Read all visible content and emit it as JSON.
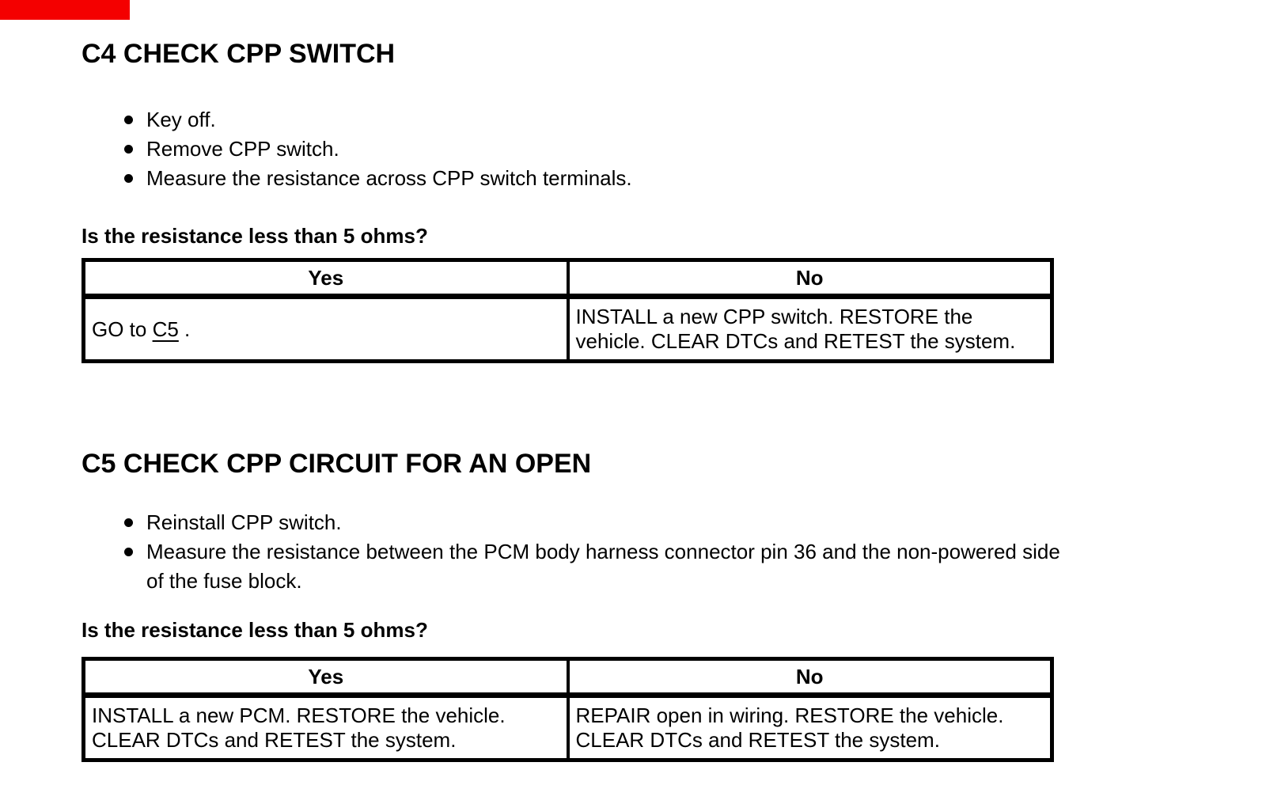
{
  "page": {
    "background_color": "#ffffff",
    "text_color": "#000000",
    "red_bar": {
      "color": "#f40000"
    }
  },
  "sections": [
    {
      "id": "C4",
      "title": "C4 CHECK CPP SWITCH",
      "bullets": [
        "Key off.",
        "Remove CPP switch.",
        "Measure the resistance across CPP switch terminals."
      ],
      "question": "Is the resistance less than 5 ohms?",
      "table": {
        "col_yes": "Yes",
        "col_no": "No",
        "yes_result": {
          "prefix": "GO to ",
          "link_text": "C5",
          "suffix": " ."
        },
        "no_result": "INSTALL a new CPP switch. RESTORE the\nvehicle. CLEAR DTCs and RETEST the system."
      }
    },
    {
      "id": "C5",
      "title": "C5 CHECK CPP CIRCUIT FOR AN OPEN",
      "bullets": [
        "Reinstall CPP switch.",
        "Measure the resistance between the PCM body harness connector pin 36 and the non-powered side\nof the fuse block."
      ],
      "question": "Is the resistance less than 5 ohms?",
      "table": {
        "col_yes": "Yes",
        "col_no": "No",
        "yes_result": "INSTALL a new PCM. RESTORE the vehicle.\nCLEAR DTCs and RETEST the system.",
        "no_result": "REPAIR open in wiring. RESTORE the vehicle.\nCLEAR DTCs and RETEST the system."
      }
    }
  ]
}
